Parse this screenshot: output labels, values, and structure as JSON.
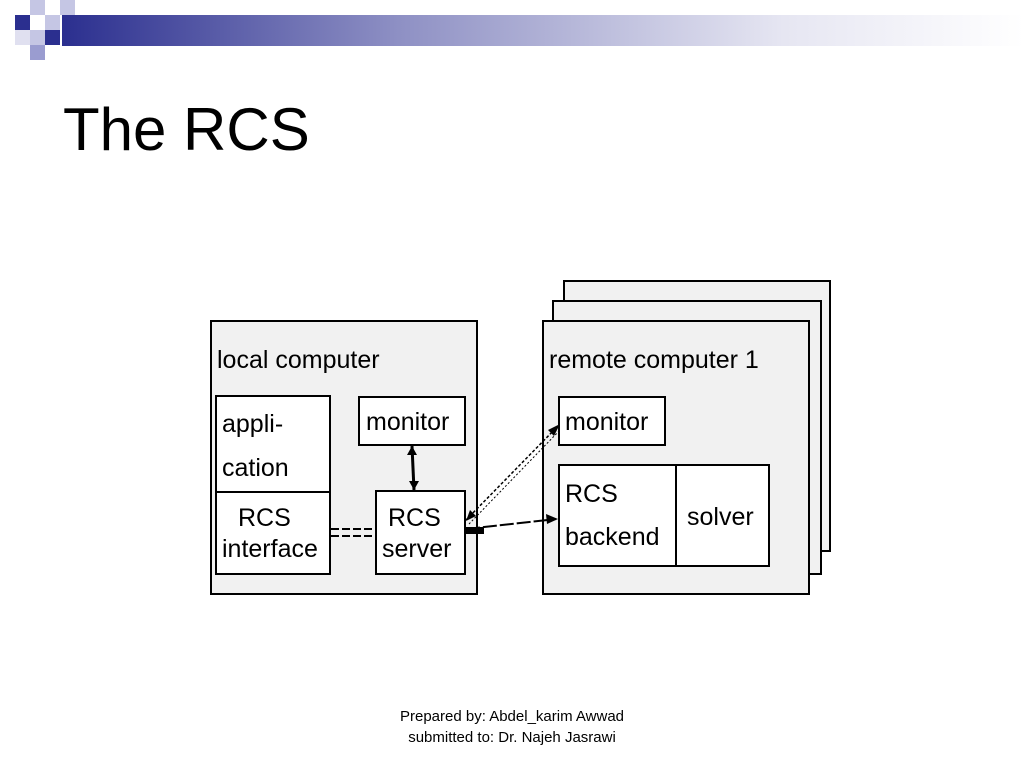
{
  "slide": {
    "title": "The RCS"
  },
  "diagram": {
    "local_computer": {
      "label": "local computer",
      "application_line1": "appli-",
      "application_line2": "cation",
      "rcs_interface_line1": "RCS",
      "rcs_interface_line2": "interface",
      "monitor": "monitor",
      "rcs_server_line1": "RCS",
      "rcs_server_line2": "server"
    },
    "remote_computer": {
      "label": "remote computer 1",
      "monitor": "monitor",
      "rcs_backend_line1": "RCS",
      "rcs_backend_line2": "backend",
      "solver": "solver"
    }
  },
  "footer": {
    "line1": "Prepared by: Abdel_karim Awwad",
    "line2": "submitted to: Dr. Najeh Jasrawi"
  },
  "colors": {
    "accent_dark": "#2b2f8f",
    "accent_light": "#9a9cd0",
    "box_fill": "#f1f1f1"
  }
}
